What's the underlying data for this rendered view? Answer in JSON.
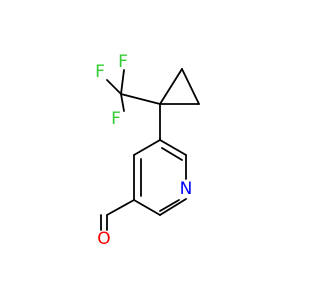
{
  "molecule": {
    "atoms": {
      "F_top": {
        "label": "F",
        "color": "#33cc33"
      },
      "F_left": {
        "label": "F",
        "color": "#33cc33"
      },
      "F_bottom": {
        "label": "F",
        "color": "#33cc33"
      },
      "N": {
        "label": "N",
        "color": "#0000ff"
      },
      "O": {
        "label": "O",
        "color": "#ff0000"
      }
    },
    "bond_color": "#000000"
  }
}
